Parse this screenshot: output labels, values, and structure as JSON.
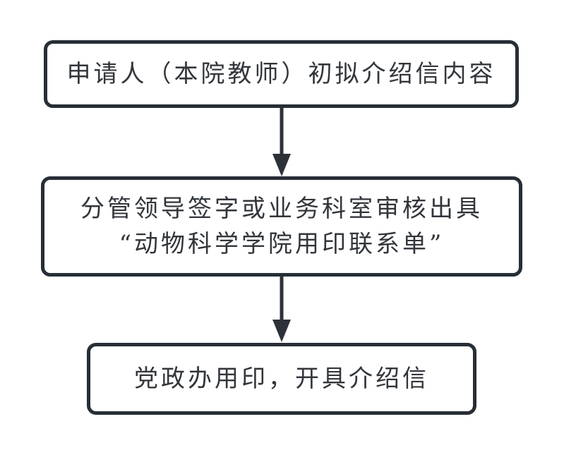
{
  "diagram": {
    "type": "flowchart",
    "direction": "top-down",
    "nodes": [
      {
        "id": "step-1",
        "lines": [
          "申请人（本院教师）初拟介绍信内容"
        ]
      },
      {
        "id": "step-2",
        "lines": [
          "分管领导签字或业务科室审核出具",
          "“动物科学学院用印联系单”"
        ]
      },
      {
        "id": "step-3",
        "lines": [
          "党政办用印，开具介绍信"
        ]
      }
    ],
    "connectors": [
      {
        "from": "step-1",
        "to": "step-2",
        "type": "arrow-down"
      },
      {
        "from": "step-2",
        "to": "step-3",
        "type": "arrow-down"
      }
    ]
  },
  "theme": {
    "background": "#ffffff",
    "box_fill": "#ffffff",
    "box_border_color": "#272e36",
    "text_color": "#32363b",
    "arrow_color": "#2d3238"
  }
}
